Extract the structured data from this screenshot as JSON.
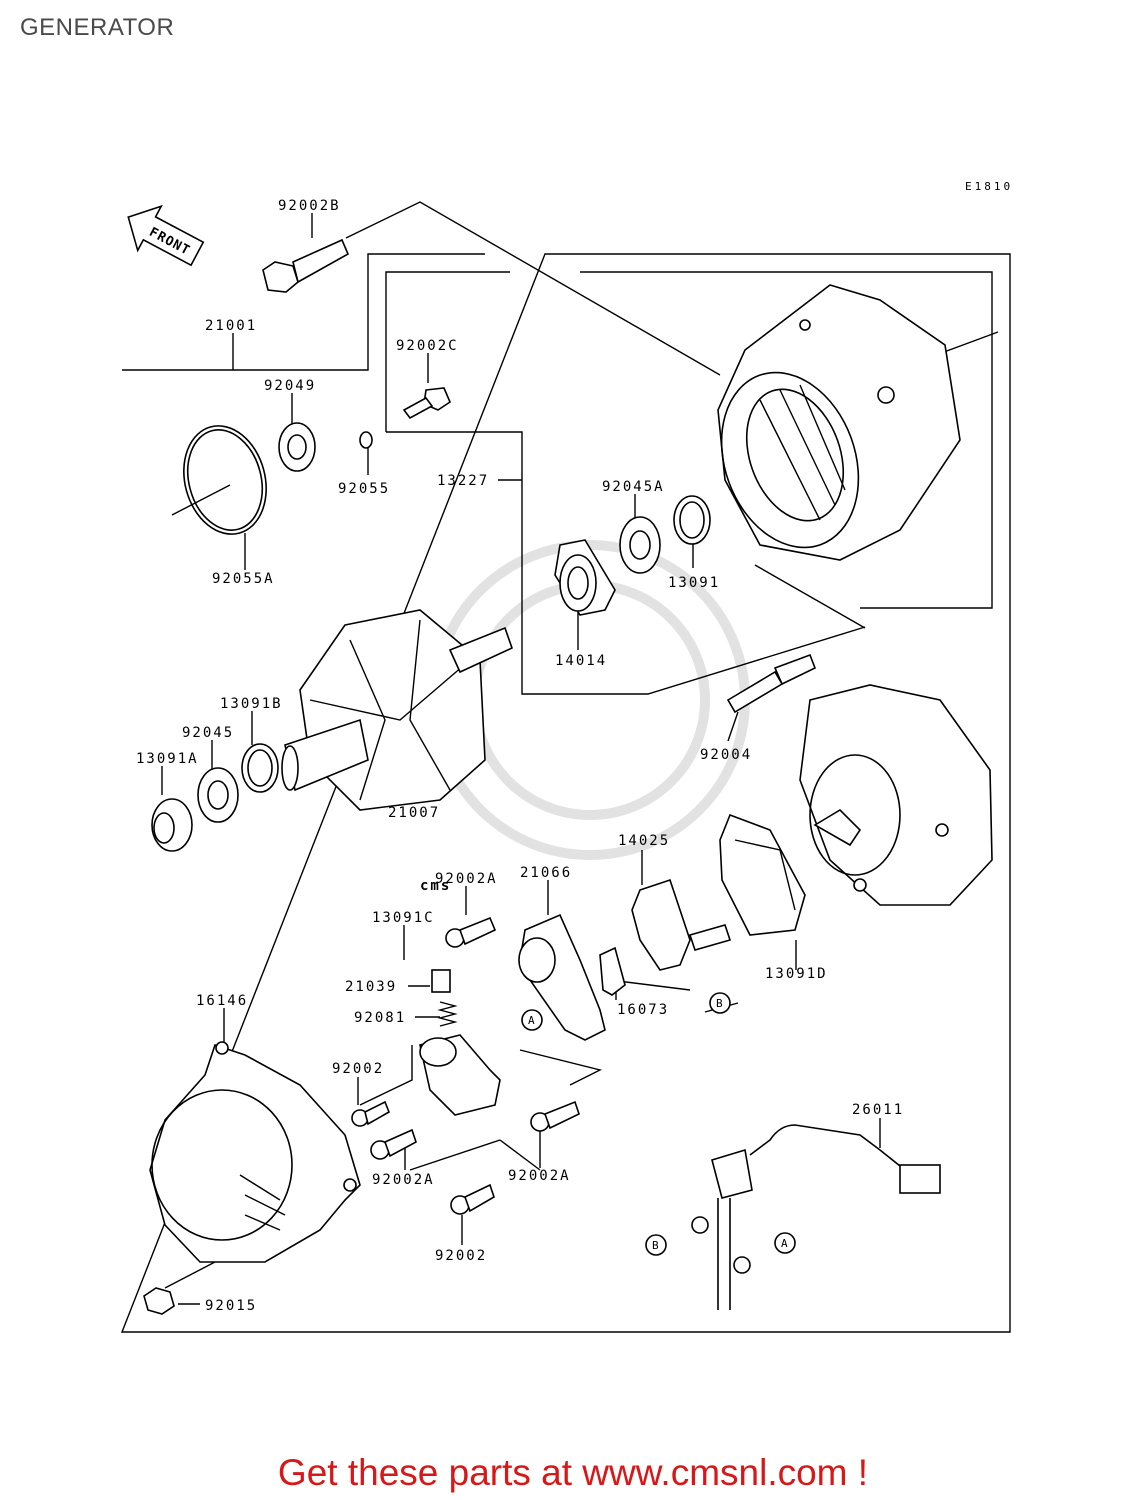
{
  "header": {
    "title": "GENERATOR"
  },
  "diagram": {
    "code": "E1810",
    "front_label": "FRONT",
    "parts": {
      "p92002B": "92002B",
      "p21001": "21001",
      "p92049": "92049",
      "p92002C": "92002C",
      "p92055": "92055",
      "p92055A": "92055A",
      "p13227": "13227",
      "p92045A": "92045A",
      "p13091": "13091",
      "p14014": "14014",
      "p13091B": "13091B",
      "p92045": "92045",
      "p13091A": "13091A",
      "p21007": "21007",
      "p92004": "92004",
      "p14025": "14025",
      "p92002A_1": "92002A",
      "p21066": "21066",
      "p13091C": "13091C",
      "p21039": "21039",
      "p92081": "92081",
      "p16146": "16146",
      "p16073": "16073",
      "p13091D": "13091D",
      "p92002_1": "92002",
      "p92002A_2": "92002A",
      "p92002A_3": "92002A",
      "p92002_2": "92002",
      "p92015": "92015",
      "p26011": "26011"
    },
    "connectors": {
      "a": "A",
      "b": "B"
    }
  },
  "footer": {
    "cta": "Get these parts at www.cmsnl.com !"
  }
}
